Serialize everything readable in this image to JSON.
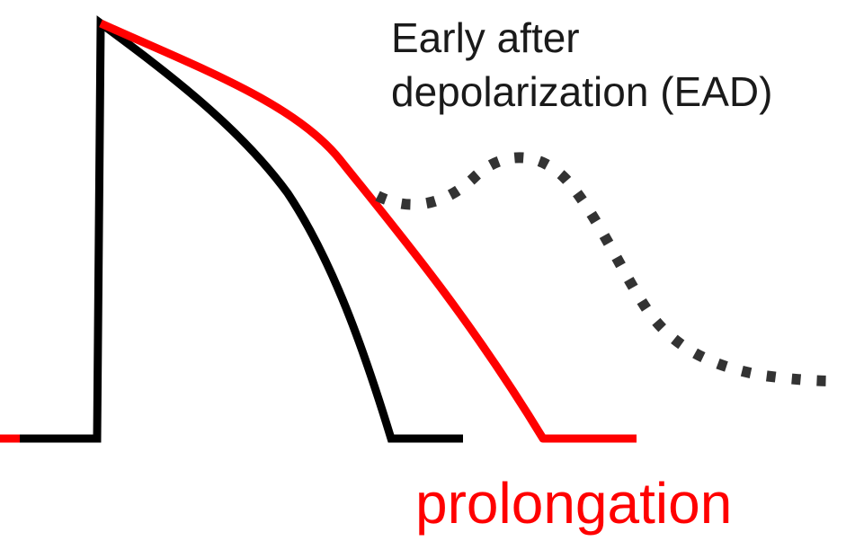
{
  "labels": {
    "ead_line1": "Early after",
    "ead_line2": "depolarization (EAD)",
    "prolongation": "prolongation"
  },
  "colors": {
    "normal_ap": "#000000",
    "prolonged_ap": "#ff0000",
    "ead_dotted": "#333333",
    "prolongation_text": "#ff0000",
    "label_text": "#1a1a1a"
  }
}
